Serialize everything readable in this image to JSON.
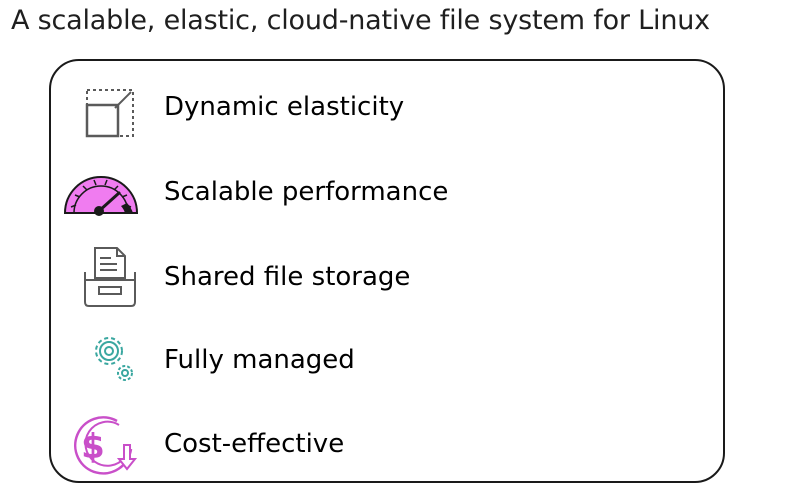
{
  "title": "A scalable, elastic, cloud-native file system for Linux",
  "features": [
    {
      "label": "Dynamic elasticity",
      "icon": "resize-icon"
    },
    {
      "label": "Scalable performance",
      "icon": "speedometer-icon"
    },
    {
      "label": "Shared file storage",
      "icon": "file-storage-icon"
    },
    {
      "label": "Fully managed",
      "icon": "gears-icon"
    },
    {
      "label": "Cost-effective",
      "icon": "dollar-down-icon"
    }
  ],
  "colors": {
    "gauge": "#f07cf0",
    "teal": "#3aa7a0",
    "magenta": "#c94fc9",
    "gray": "#5a5a5a"
  }
}
